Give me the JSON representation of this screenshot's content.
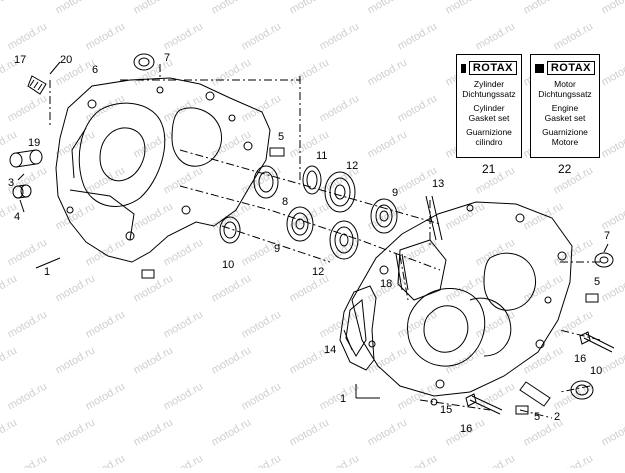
{
  "watermark": "motod.ru",
  "callouts": [
    "17",
    "20",
    "6",
    "7",
    "19",
    "3",
    "4",
    "1",
    "5",
    "11",
    "12",
    "8",
    "9",
    "10",
    "9",
    "12",
    "13",
    "7",
    "18",
    "5",
    "14",
    "16",
    "1",
    "15",
    "16",
    "5",
    "2",
    "10"
  ],
  "cards": [
    {
      "logo": "ROTAX",
      "lines": [
        "Zylinder",
        "Dichtungssatz",
        "Cylinder",
        "Gasket set",
        "Guarnizione",
        "cilindro"
      ],
      "number": "21"
    },
    {
      "logo": "ROTAX",
      "lines": [
        "Motor",
        "Dichtungssatz",
        "Engine",
        "Gasket set",
        "Guarnizione",
        "Motore"
      ],
      "number": "22"
    }
  ]
}
